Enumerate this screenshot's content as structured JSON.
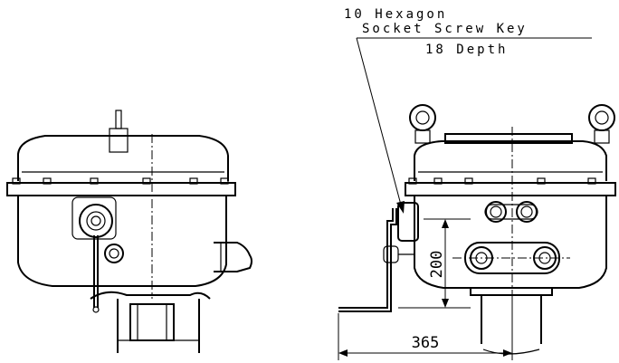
{
  "callout": {
    "line1": "10 Hexagon",
    "line2": "Socket Screw Key",
    "line3": "18 Depth"
  },
  "dimensions": {
    "vertical": "200",
    "horizontal": "365"
  }
}
